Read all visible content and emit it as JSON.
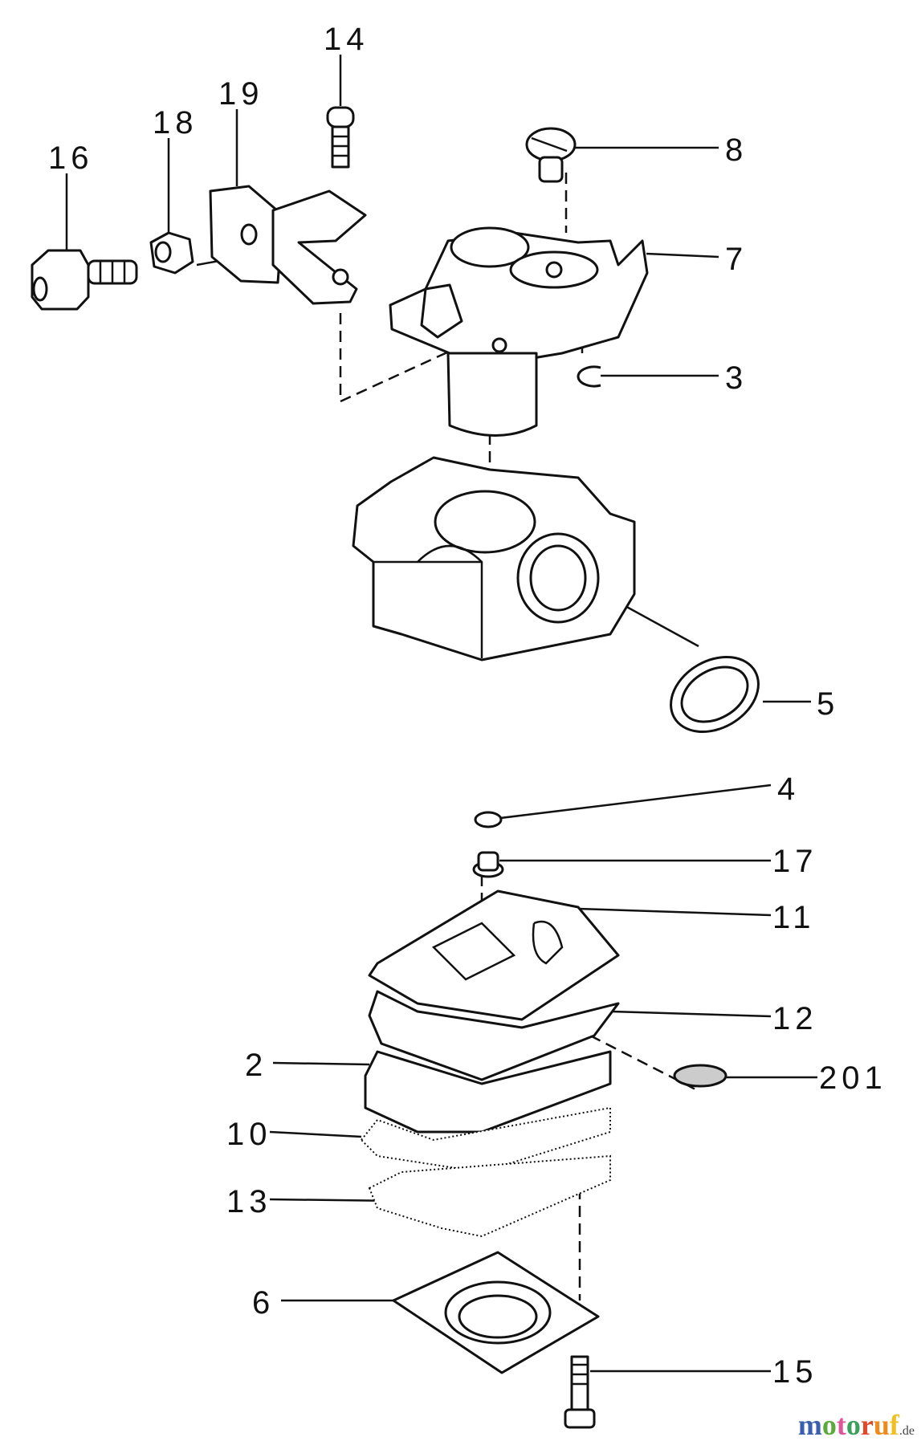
{
  "diagram": {
    "type": "exploded parts diagram",
    "labels": [
      "14",
      "19",
      "18",
      "16",
      "8",
      "7",
      "3",
      "5",
      "4",
      "17",
      "11",
      "12",
      "201",
      "2",
      "10",
      "13",
      "6",
      "15"
    ],
    "watermark": {
      "text": "motoruf",
      "tld": ".de",
      "colors": [
        "#3a5fb0",
        "#5aaa3c",
        "#e0559a",
        "#3aa05a",
        "#e04a2a",
        "#f08a1a",
        "#f0c020"
      ]
    }
  }
}
